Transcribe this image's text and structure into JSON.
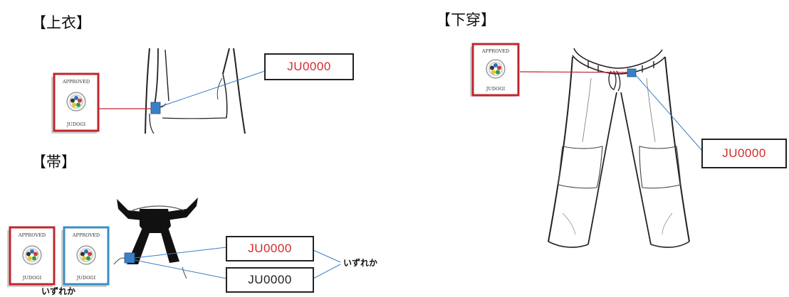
{
  "sections": {
    "jacket": {
      "heading": "【上衣】",
      "code": "JU0000"
    },
    "belt": {
      "heading": "【帯】",
      "code_primary": "JU0000",
      "code_alt": "JU0000",
      "either_note_right": "いずれか",
      "either_note_bottom": "いずれか"
    },
    "pants": {
      "heading": "【下穿】",
      "code": "JU0000"
    }
  },
  "approval_label": {
    "top_text": "APPROVED",
    "bottom_text": "JUDOGI"
  },
  "colors": {
    "label_red": "#c0262d",
    "label_blue": "#3c8fc0",
    "tag_blue": "#3a80c6",
    "leader_red": "#c0262d",
    "leader_blue": "#3d7fc2",
    "code_red": "#d42a2a"
  }
}
